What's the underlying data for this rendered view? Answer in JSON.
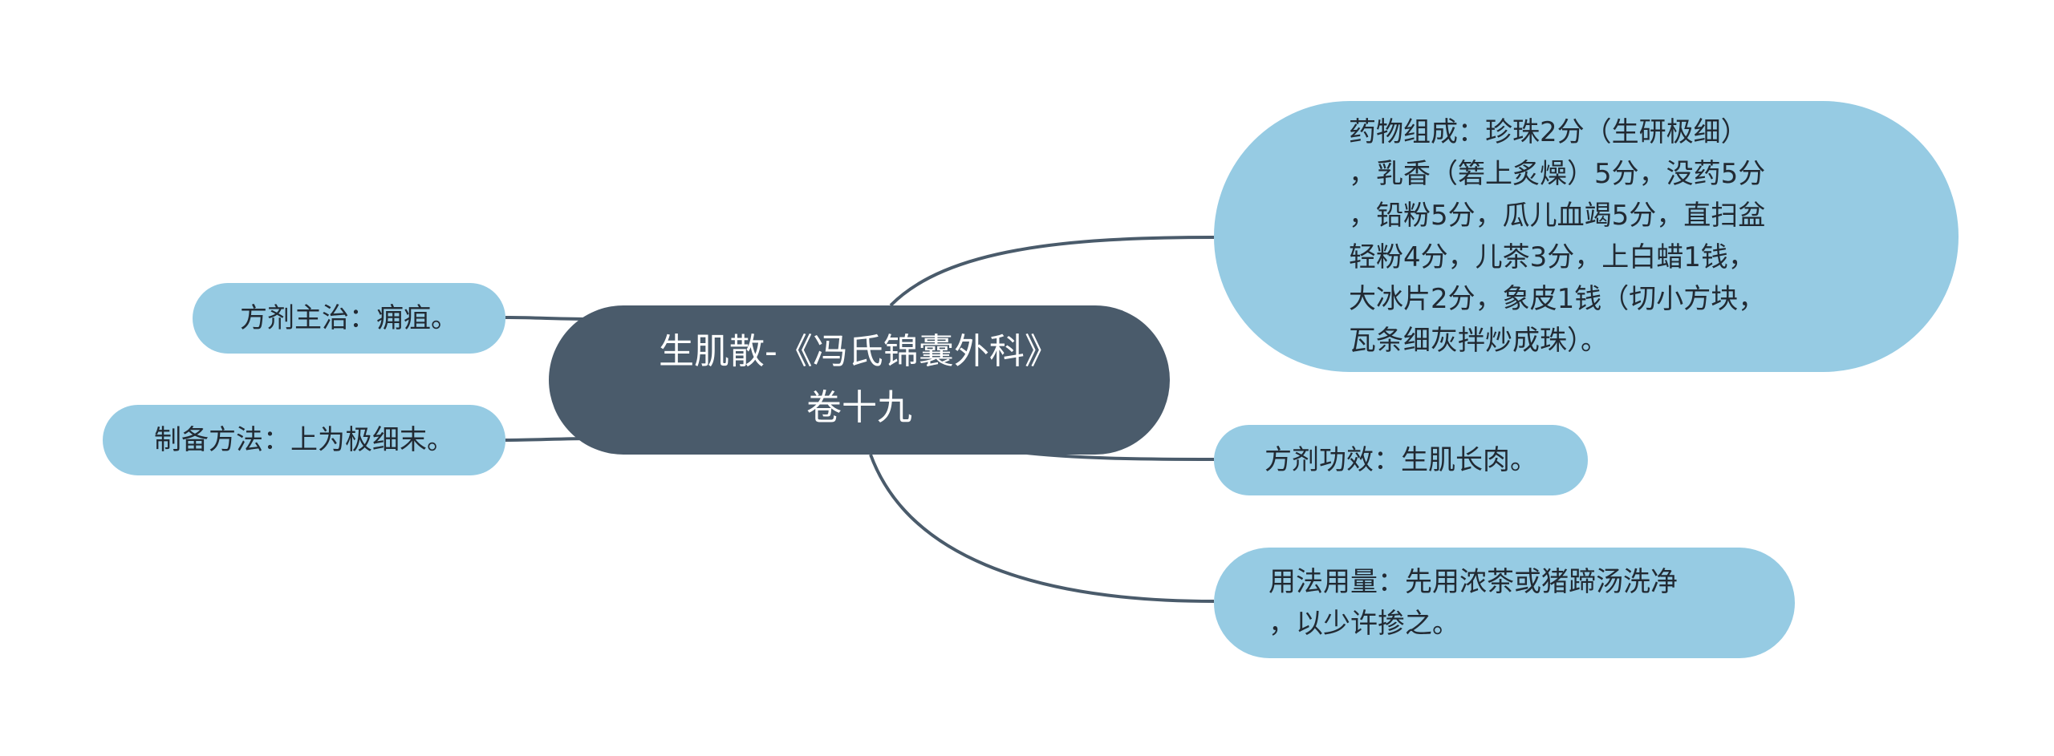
{
  "colors": {
    "root_fill": "#4a5b6b",
    "leaf_fill": "#96cbe3",
    "link_stroke": "#4a5b6b",
    "root_text": "#ffffff",
    "leaf_text": "#222a33"
  },
  "root": {
    "label": "生肌散-《冯氏锦囊外科》\n卷十九"
  },
  "left_branches": [
    {
      "label": "方剂主治：痈疽。"
    },
    {
      "label": "制备方法：上为极细末。"
    }
  ],
  "right_branches": [
    {
      "label": "药物组成：珍珠2分（生研极细）\n，乳香（箬上炙燥）5分，没药5分\n，铅粉5分，瓜儿血竭5分，直扫盆\n轻粉4分，儿茶3分，上白蜡1钱，\n大冰片2分，象皮1钱（切小方块，\n瓦条细灰拌炒成珠）。"
    },
    {
      "label": "方剂功效：生肌长肉。"
    },
    {
      "label": "用法用量：先用浓茶或猪蹄汤洗净\n，以少许掺之。"
    }
  ]
}
